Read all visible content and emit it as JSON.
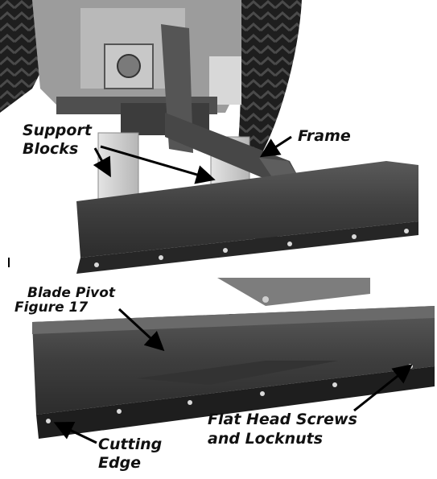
{
  "figure": {
    "caption": "Figure 17",
    "labels": {
      "support_blocks_line1": "Support",
      "support_blocks_line2": "Blocks",
      "frame": "Frame",
      "blade_pivot": "Blade Pivot",
      "flat_head_line1": "Flat Head Screws",
      "flat_head_line2": "and Locknuts",
      "cutting_edge_line1": "Cutting",
      "cutting_edge_line2": "Edge"
    }
  },
  "colors": {
    "blade_face": "#3f3f3f",
    "blade_top": "#5c5c5c",
    "cutting_edge": "#262626",
    "frame": "#474747",
    "support_block": "#cfcfcf",
    "tire": "#1f1f1f",
    "tractor_body": "#a8a8a8",
    "arrow": "#000000"
  }
}
